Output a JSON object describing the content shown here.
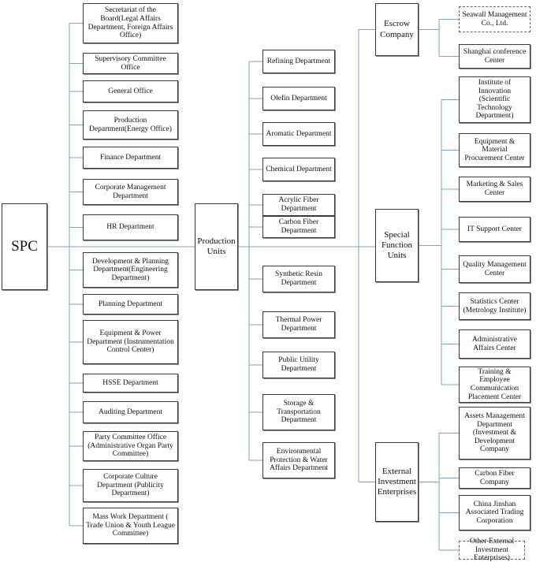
{
  "root": "SPC",
  "left_departments": [
    "Secretariat of the Board(Legal Affairs Department, Foreign Affairs Office)",
    "Supervisory Committee Office",
    "General Office",
    "Production Department(Energy Office)",
    "Finance Department",
    "Corporate Management Department",
    "HR Department",
    "Development & Planning Department(Engineering Department)",
    "Planning Department",
    "Equipment & Power Department (Instrumentation Control Center)",
    "HSSE Department",
    "Auditing Department",
    "Party Committee Office (Administrative Organ Party Committee)",
    "Corporate Culture Department (Publicity Department)",
    "Mass Work Department ( Trade Union & Youth League Committee)"
  ],
  "production_units": {
    "label": "Production Units",
    "children": [
      "Refining Department",
      "Olefin Department",
      "Aromatic Department",
      "Chemical Department",
      "Acrylic Fiber Department",
      "Carbon Fiber Department",
      "Synthetic Resin Department",
      "Thermal Power Department",
      "Public Utility Department",
      "Storage & Transportation Department",
      "Environmental Protection & Water Affairs Department"
    ]
  },
  "escrow": {
    "label": "Escrow Company",
    "children": [
      "Seawall Management Co., Ltd.",
      "Shanghai conference Center"
    ]
  },
  "special": {
    "label": "Special Function Units",
    "children": [
      "Institute of Innovation (Scientific Technology Department)",
      "Equipment & Material Procurement Center",
      "Marketing & Sales Center",
      "IT Support Center",
      "Quality Management Center",
      "Statistics Center (Metrology Institute)",
      "Administrative Affairs Center",
      "Training & Employee Communication Placement Center"
    ]
  },
  "external": {
    "label": "External Investment Enterprises",
    "children": [
      "Assets Management Department (Investment & Development Company",
      "Carbon Fiber Company",
      "China Jinshan Associated Trading Corporation",
      "Other External Investment Enterprises)"
    ]
  },
  "colors": {
    "line": "#7da2c9",
    "border": "#3a3a3a",
    "text": "#111111"
  }
}
